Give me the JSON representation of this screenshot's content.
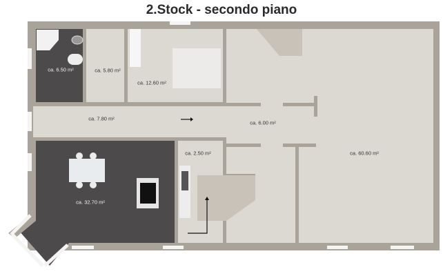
{
  "title": "2.Stock - secondo piano",
  "colors": {
    "wall": "#aaa39a",
    "floor_light": "#dcd8d2",
    "floor_dark": "#4d4a4c",
    "window": "#f4f4f2",
    "arrow": "#111111"
  },
  "rooms": [
    {
      "id": "bathroom",
      "label": "ca. 6.50 m²",
      "floor": "dark"
    },
    {
      "id": "closet",
      "label": "ca. 5.80 m²",
      "floor": "light"
    },
    {
      "id": "bedroom",
      "label": "ca. 12.60 m²",
      "floor": "light"
    },
    {
      "id": "hallway",
      "label": "ca. 7.80 m²",
      "floor": "light"
    },
    {
      "id": "corridor",
      "label": "ca. 6.00 m²",
      "floor": "light"
    },
    {
      "id": "landing",
      "label": "ca. 2.50 m²",
      "floor": "light"
    },
    {
      "id": "kitchen-living",
      "label": "ca. 32.70 m²",
      "floor": "dark"
    },
    {
      "id": "attic",
      "label": "ca. 60.60 m²",
      "floor": "light"
    }
  ]
}
